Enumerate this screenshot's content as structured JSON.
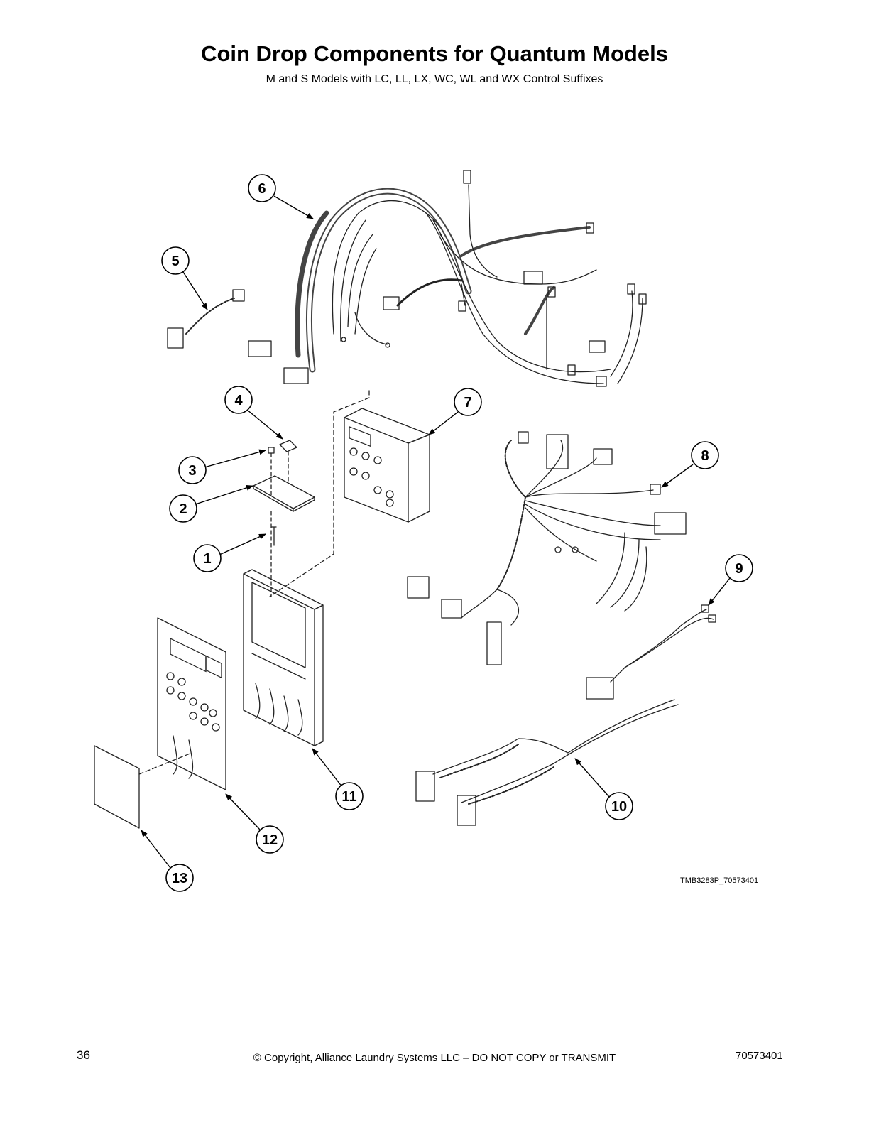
{
  "page": {
    "title": "Coin Drop Components for Quantum Models",
    "subtitle": "M and S Models with LC, LL, LX, WC, WL and WX Control Suffixes",
    "drawing_id": "TMB3283P_70573401",
    "page_number": "36",
    "copyright": "© Copyright, Alliance Laundry Systems LLC – DO NOT COPY or TRANSMIT",
    "document_number": "70573401"
  },
  "callouts": [
    "1",
    "2",
    "3",
    "4",
    "5",
    "6",
    "7",
    "8",
    "9",
    "10",
    "11",
    "12",
    "13"
  ]
}
